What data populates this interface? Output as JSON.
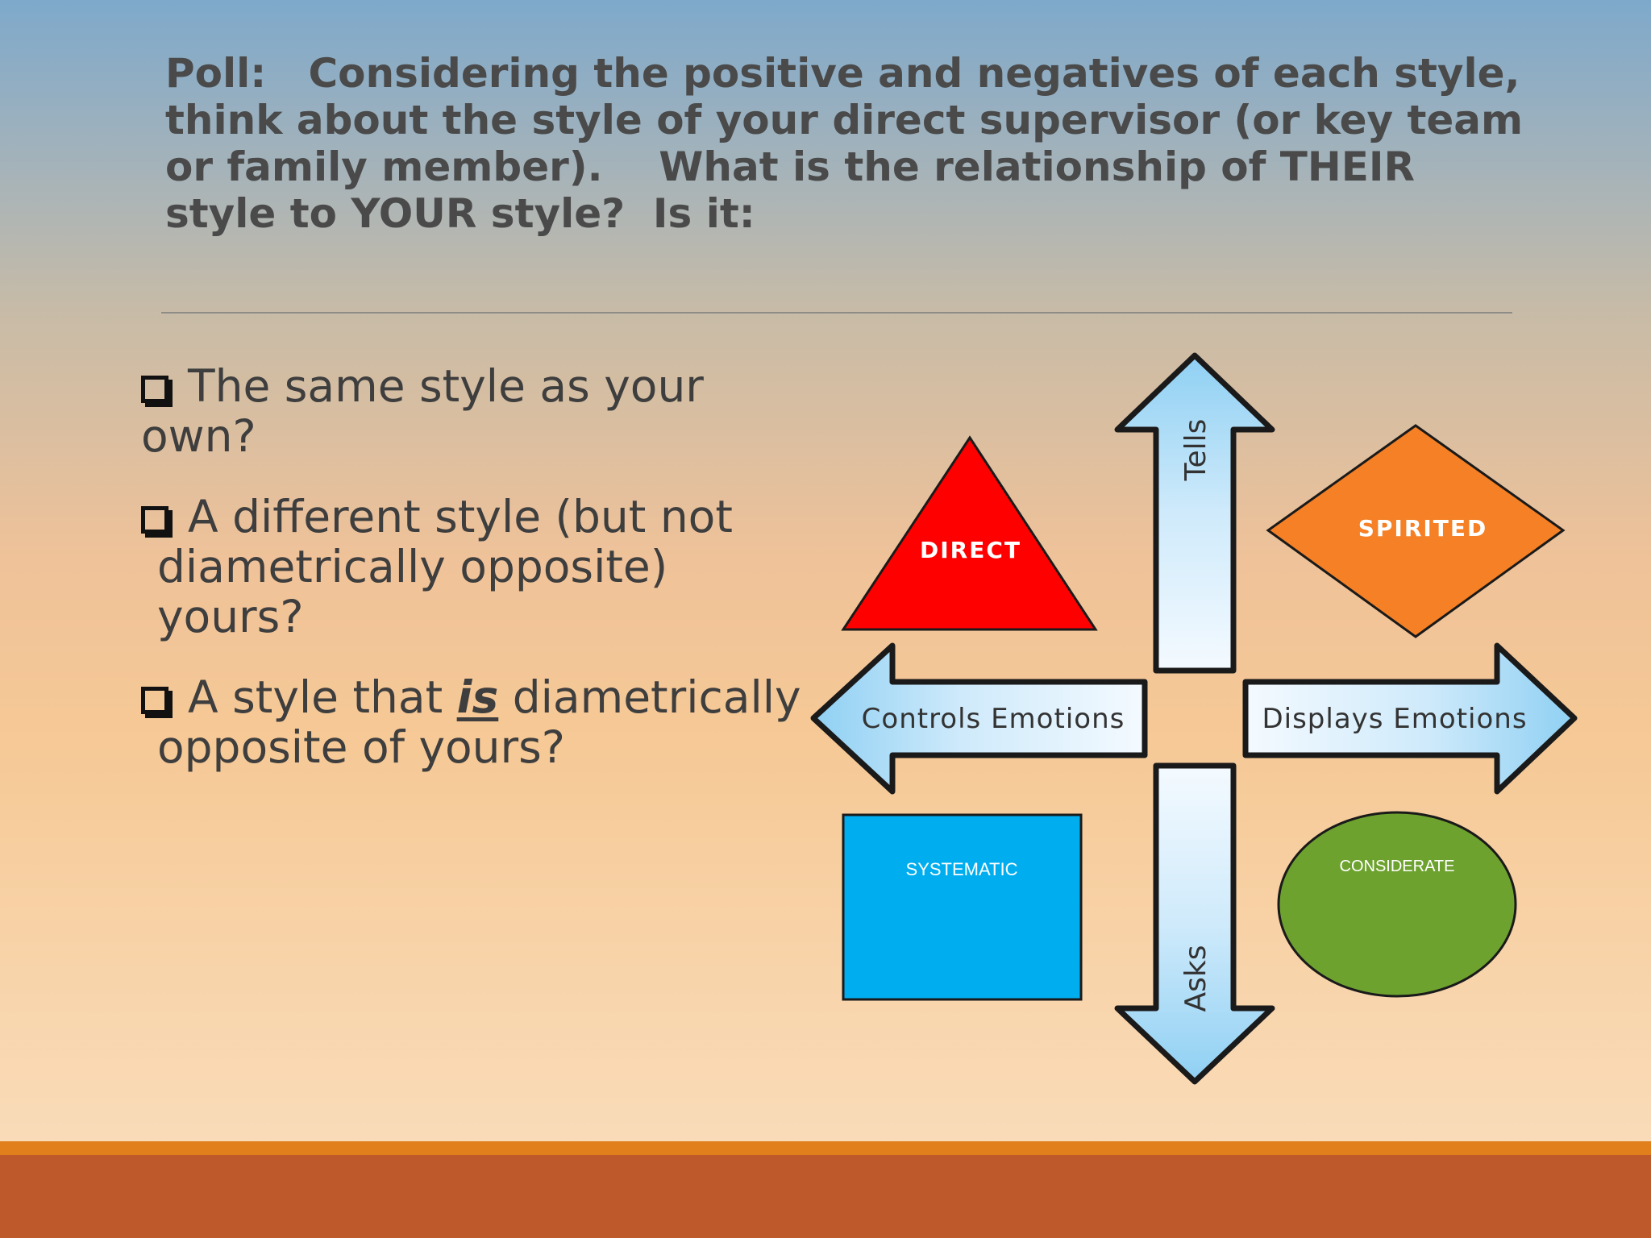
{
  "slide": {
    "title": "Poll:   Considering the positive and negatives of each style, think about the style of your direct supervisor (or key team or family member).    What is the relationship of THEIR style to YOUR style?  Is it:",
    "bullets": [
      {
        "text": "The same style as your own?"
      },
      {
        "line1": "A different style (but not",
        "line2": "diametrically opposite) yours?"
      },
      {
        "before": "A style that ",
        "emphasis": "is",
        "after": " diametrically",
        "line2": "opposite of yours?"
      }
    ]
  },
  "diagram": {
    "shapes": {
      "direct": {
        "label": "DIRECT",
        "color": "#ff0000"
      },
      "spirited": {
        "label": "SPIRITED",
        "color": "#f58025"
      },
      "systematic": {
        "label": "SYSTEMATIC",
        "color": "#00aeef"
      },
      "considerate": {
        "label": "CONSIDERATE",
        "color": "#6ea22f"
      }
    },
    "arrows": {
      "up": "Tells",
      "down": "Asks",
      "left": "Controls Emotions",
      "right": "Displays Emotions"
    }
  },
  "colors": {
    "footer_light": "#e07f1b",
    "footer_dark": "#bd592b",
    "arrow_light": "#eef7ff",
    "arrow_dark": "#8fd0f3"
  }
}
